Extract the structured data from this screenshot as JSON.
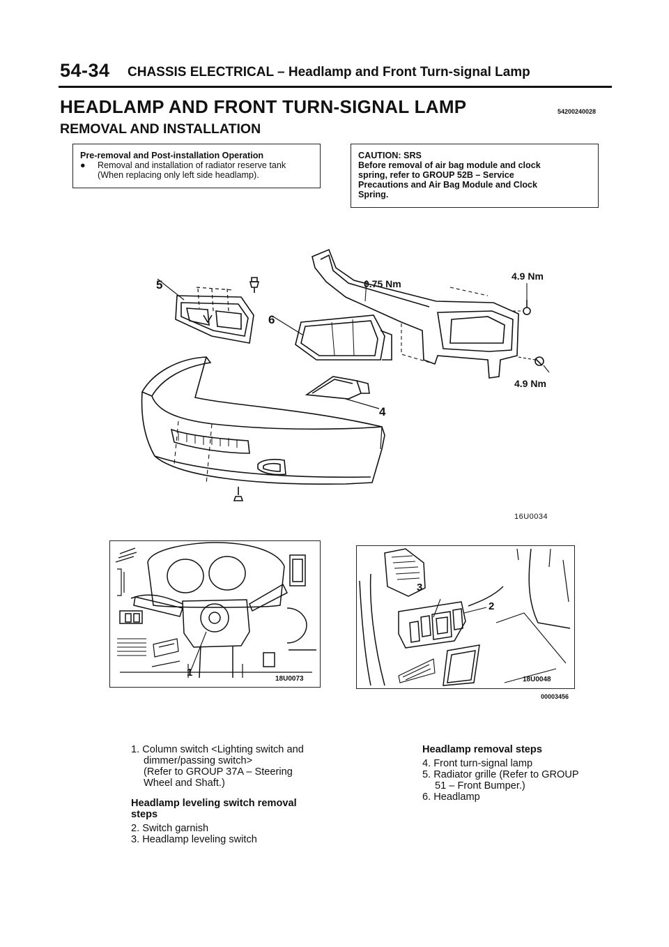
{
  "header": {
    "page_number": "54-34",
    "running_title": "CHASSIS ELECTRICAL – Headlamp and Front Turn-signal Lamp"
  },
  "section": {
    "title": "HEADLAMP AND FRONT TURN-SIGNAL LAMP",
    "code": "54200240028",
    "subtitle": "REMOVAL AND INSTALLATION"
  },
  "pre_removal_box": {
    "heading": "Pre-removal and Post-installation Operation",
    "bullet": "●",
    "item_line1": "Removal and installation of radiator reserve tank",
    "item_line2": "(When replacing only left side headlamp)."
  },
  "caution_box": {
    "line1": "CAUTION: SRS",
    "line2": "Before removal of air bag module and clock",
    "line3": "spring, refer to GROUP 52B – Service",
    "line4": "Precautions and Air Bag Module and Clock",
    "line5": "Spring."
  },
  "main_figure": {
    "callout_5": "5",
    "callout_6": "6",
    "callout_4": "4",
    "torque_top_center": "0.75 Nm",
    "torque_top_right": "4.9 Nm",
    "torque_lower_right": "4.9 Nm",
    "figure_code": "16U0034"
  },
  "left_panel": {
    "callout_1": "1",
    "figure_code": "18U0073"
  },
  "right_panel": {
    "callout_3": "3",
    "callout_2": "2",
    "figure_code": "18U0048"
  },
  "panels_code": "00003456",
  "left_column": {
    "item1_line1": "1. Column switch <Lighting switch and",
    "item1_line2": "dimmer/passing switch>",
    "item1_line3": "(Refer to GROUP 37A – Steering",
    "item1_line4": "Wheel and Shaft.)",
    "leveling_heading_line1": "Headlamp leveling switch removal",
    "leveling_heading_line2": "steps",
    "step2": "2. Switch garnish",
    "step3": "3. Headlamp leveling switch"
  },
  "right_column": {
    "heading": "Headlamp removal steps",
    "step4": "4. Front turn-signal lamp",
    "step5_line1": "5. Radiator grille (Refer to GROUP",
    "step5_line2": "51 – Front Bumper.)",
    "step6": "6. Headlamp"
  }
}
